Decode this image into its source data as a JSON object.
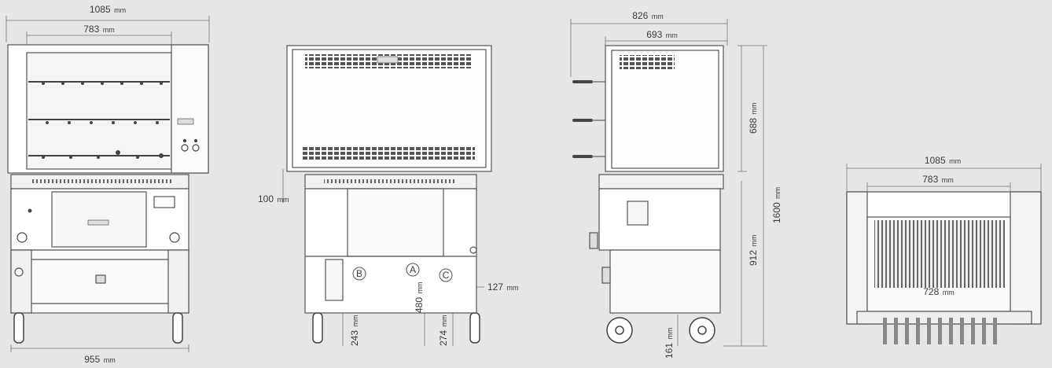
{
  "front_view": {
    "overall_width": {
      "value": "1085",
      "unit": "mm"
    },
    "inner_width": {
      "value": "783",
      "unit": "mm"
    },
    "base_width": {
      "value": "955",
      "unit": "mm"
    }
  },
  "rear_view": {
    "top_offset": {
      "value": "100",
      "unit": "mm"
    },
    "dim_a": {
      "value": "480",
      "unit": "mm"
    },
    "dim_b": {
      "value": "243",
      "unit": "mm"
    },
    "dim_c": {
      "value": "274",
      "unit": "mm"
    },
    "dim_d": {
      "value": "127",
      "unit": "mm"
    },
    "markers": [
      "A",
      "B",
      "C"
    ]
  },
  "side_view": {
    "overall_depth": {
      "value": "826",
      "unit": "mm"
    },
    "inner_depth": {
      "value": "693",
      "unit": "mm"
    },
    "upper_height": {
      "value": "688",
      "unit": "mm"
    },
    "total_height": {
      "value": "1600",
      "unit": "mm"
    },
    "lower_height": {
      "value": "912",
      "unit": "mm"
    },
    "wheel_height": {
      "value": "161",
      "unit": "mm"
    }
  },
  "top_view": {
    "overall_width": {
      "value": "1085",
      "unit": "mm"
    },
    "inner_width": {
      "value": "783",
      "unit": "mm"
    },
    "spit_width": {
      "value": "728",
      "unit": "mm"
    }
  },
  "colors": {
    "background": "#e6e6e6",
    "line": "#555555",
    "dim": "#777777"
  }
}
